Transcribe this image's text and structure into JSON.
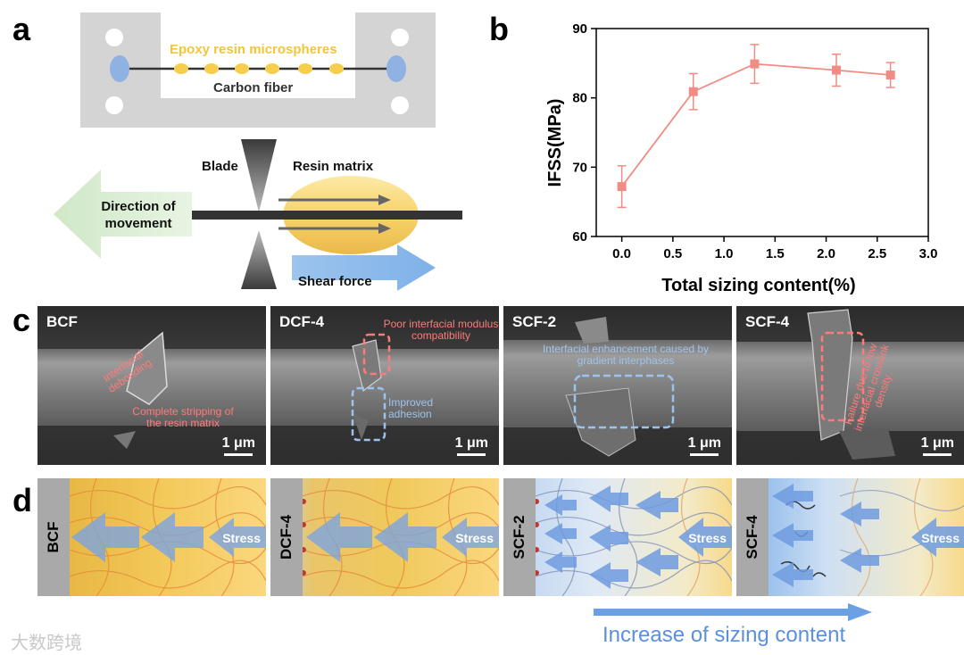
{
  "panel_labels": {
    "a": "a",
    "b": "b",
    "c": "c",
    "d": "d"
  },
  "panel_a": {
    "microspheres": "Epoxy resin microspheres",
    "carbon_fiber": "Carbon fiber",
    "blade": "Blade",
    "resin_matrix": "Resin matrix",
    "direction": "Direction of movement",
    "shear": "Shear force"
  },
  "chart_data": {
    "type": "line",
    "x": [
      0.0,
      0.7,
      1.3,
      2.1,
      2.63
    ],
    "y": [
      67.2,
      80.9,
      84.9,
      84.0,
      83.3
    ],
    "yerr": [
      3.0,
      2.6,
      2.8,
      2.3,
      1.8
    ],
    "xlabel": "Total sizing content(%)",
    "ylabel": "IFSS(MPa)",
    "xlim": [
      -0.25,
      3.0
    ],
    "ylim": [
      60,
      90
    ],
    "xticks": [
      "0.0",
      "0.5",
      "1.0",
      "1.5",
      "2.0",
      "2.5",
      "3.0"
    ],
    "yticks": [
      "60",
      "70",
      "80",
      "90"
    ],
    "color": "#f08c84"
  },
  "panel_c": {
    "scale": "1 μm",
    "images": [
      {
        "title": "BCF",
        "ann1": "Interfacial debonding",
        "ann2": "Complete stripping of the resin matrix"
      },
      {
        "title": "DCF-4",
        "ann1": "Poor interfacial modulus compatibility",
        "ann2": "Improved adhesion"
      },
      {
        "title": "SCF-2",
        "ann1": "Interfacial enhancement caused by gradient interphases"
      },
      {
        "title": "SCF-4",
        "ann1": "Failure due to low interfacial crosslink density"
      }
    ]
  },
  "panel_d": {
    "stress": "Stress",
    "labels": [
      "BCF",
      "DCF-4",
      "SCF-2",
      "SCF-4"
    ],
    "increase": "Increase of sizing content"
  },
  "watermark": "大数跨境"
}
